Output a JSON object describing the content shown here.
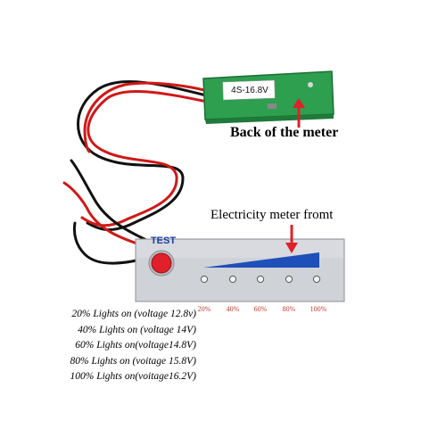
{
  "back_board": {
    "sticker_text": "4S-16.8V",
    "caption": "Back of the meter"
  },
  "front_panel": {
    "caption": "Electricity meter fromt",
    "test_button_label": "TEST",
    "percent_labels": [
      "20%",
      "40%",
      "60%",
      "80%",
      "100%"
    ]
  },
  "legend": [
    "20% Lights on (voltage 12.8v)",
    "40% Lights on (voltage 14V)",
    "60% Lights on(voltage14.8V)",
    "80% Lights on (voitage 15.8V)",
    "100% Lights on(voitage16.2V)"
  ],
  "colors": {
    "pcb_green": "#2e9e4f",
    "panel_silver": "#cfd3d8",
    "meter_blue": "#1f4fb8",
    "arrow_red": "#e0202a",
    "wire_red": "#d01818",
    "wire_black": "#111111"
  }
}
